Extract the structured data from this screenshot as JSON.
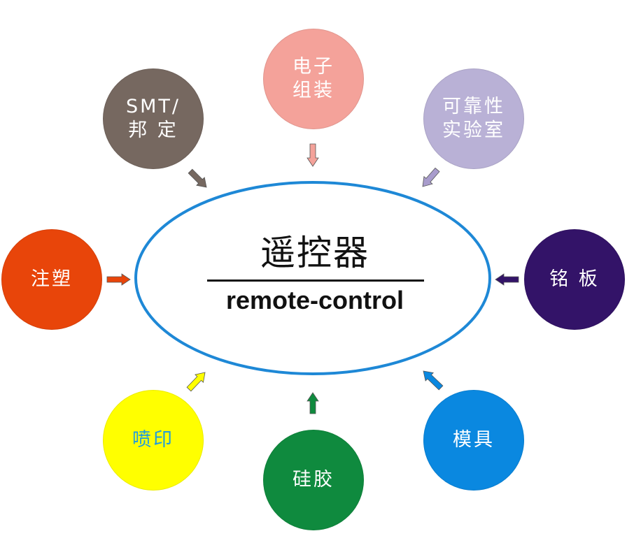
{
  "center": {
    "title": "遥控器",
    "subtitle": "remote-control",
    "ring_color": "#1e88d6"
  },
  "nodes": [
    {
      "id": "smt",
      "lines": [
        "SMT/",
        "邦 定"
      ],
      "fill": "#766860",
      "text_color": "#ffffff",
      "arrow_color": "#766860"
    },
    {
      "id": "electronic-assembly",
      "lines": [
        "电子",
        "组装"
      ],
      "fill": "#f4a29a",
      "text_color": "#ffffff",
      "arrow_color": "#f4a29a"
    },
    {
      "id": "reliability-lab",
      "lines": [
        "可靠性",
        "实验室"
      ],
      "fill": "#b9b1d6",
      "text_color": "#ffffff",
      "arrow_color": "#a89ccc"
    },
    {
      "id": "injection-molding",
      "lines": [
        "注塑"
      ],
      "fill": "#e8450a",
      "text_color": "#ffffff",
      "arrow_color": "#e8450a"
    },
    {
      "id": "nameplate",
      "lines": [
        "铭 板"
      ],
      "fill": "#331368",
      "text_color": "#ffffff",
      "arrow_color": "#331368"
    },
    {
      "id": "printing",
      "lines": [
        "喷印"
      ],
      "fill": "#ffff00",
      "text_color": "#1e9be0",
      "arrow_color": "#ffff00"
    },
    {
      "id": "silicone",
      "lines": [
        "硅胶"
      ],
      "fill": "#0f8a3e",
      "text_color": "#ffffff",
      "arrow_color": "#0f8a3e"
    },
    {
      "id": "mold",
      "lines": [
        "模具"
      ],
      "fill": "#0a88e0",
      "text_color": "#ffffff",
      "arrow_color": "#0a88e0"
    }
  ]
}
